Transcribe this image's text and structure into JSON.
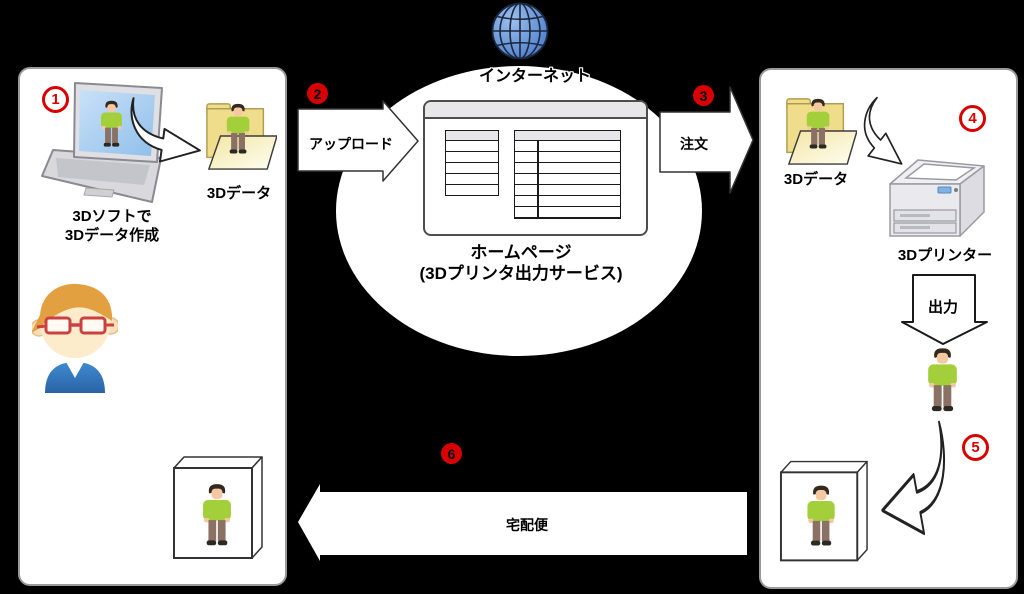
{
  "colors": {
    "background": "#000000",
    "panel": "#ffffff",
    "step_red": "#d90000",
    "figure_green": "#a3cf3a",
    "folder_yellow": "#efdd8c",
    "globe_blue": "#5b8dd9"
  },
  "steps": [
    {
      "num": "1",
      "style": "outline"
    },
    {
      "num": "2",
      "style": "filled"
    },
    {
      "num": "3",
      "style": "filled"
    },
    {
      "num": "4",
      "style": "outline"
    },
    {
      "num": "5",
      "style": "outline"
    },
    {
      "num": "6",
      "style": "filled"
    }
  ],
  "internet": {
    "label": "インターネット"
  },
  "center_service": {
    "name_line1": "ホームページ",
    "name_line2": "(3Dプリンタ出力サービス)"
  },
  "left_panel": {
    "create_caption_line1": "3Dソフトで",
    "create_caption_line2": "3Dデータ作成",
    "data_label": "3Dデータ"
  },
  "right_panel": {
    "data_label": "3Dデータ",
    "printer_label": "3Dプリンター"
  },
  "arrows": {
    "upload_label": "アップロード",
    "order_label": "注文",
    "output_label": "出力",
    "delivery_label": "宅配便"
  }
}
